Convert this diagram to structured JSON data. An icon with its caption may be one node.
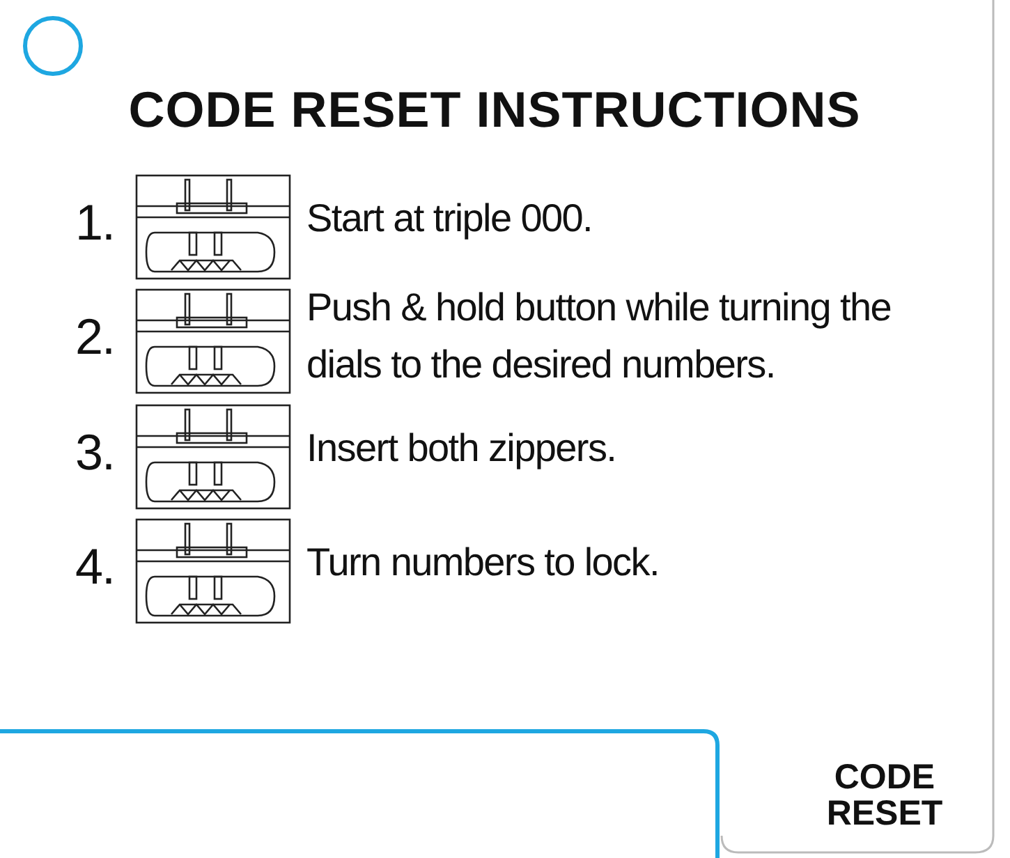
{
  "diagram": {
    "title": "CODE RESET INSTRUCTIONS",
    "labels": [
      "1.",
      "Start at triple 000.",
      "2.",
      "Push & hold button while turning the dials to the desired numbers.",
      "3.",
      "Insert both zippers.",
      "4.",
      "Turn numbers to lock.",
      "CODE RESET"
    ]
  }
}
